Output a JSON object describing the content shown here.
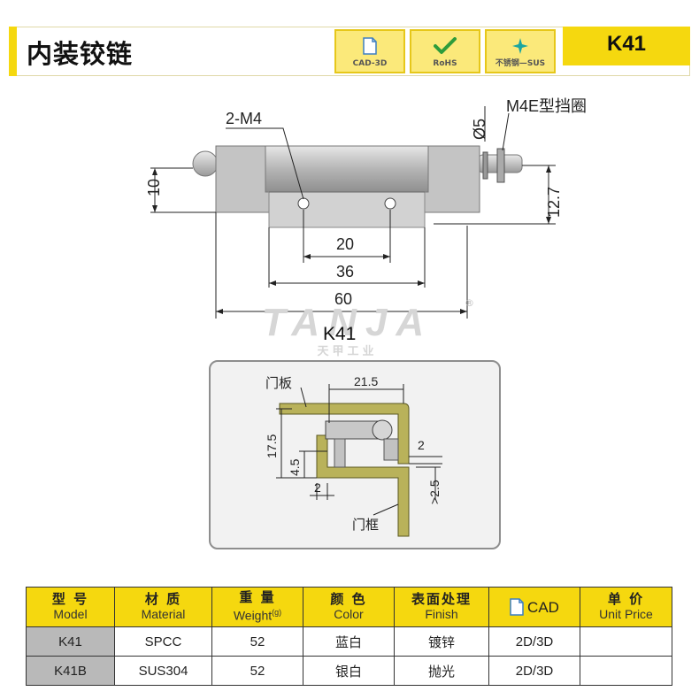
{
  "header": {
    "title": "内装铰链",
    "badges": [
      {
        "label": "CAD-3D",
        "icon": "document-icon"
      },
      {
        "label": "RoHS",
        "icon": "checkmark-icon"
      },
      {
        "label": "不锈钢—SUS",
        "icon": "sparkle-icon"
      }
    ],
    "model": "K41"
  },
  "drawing": {
    "labels": {
      "screw": "2-M4",
      "retainer": "M4E型挡圈",
      "pin_dia": "Ø5",
      "height_left": "10",
      "height_right": "12.7",
      "dim_20": "20",
      "dim_36": "36",
      "dim_60": "60"
    },
    "watermark": {
      "brand": "TANJA",
      "sub": "天甲工业",
      "reg": "®"
    },
    "caption": "K41",
    "detail": {
      "door": "门板",
      "frame": "门框",
      "dim_21_5": "21.5",
      "dim_17_5": "17.5",
      "dim_4_5": "4.5",
      "dim_2a": "2",
      "dim_2b": "2",
      "dim_2_5": ">2.5"
    },
    "colors": {
      "part": "#c8c8c8",
      "part_dark": "#8a8a8a",
      "door": "#9b9a3c",
      "door_fill": "#b9b25a"
    }
  },
  "table": {
    "headers": [
      {
        "cn": "型 号",
        "en": "Model"
      },
      {
        "cn": "材 质",
        "en": "Material"
      },
      {
        "cn": "重 量",
        "en": "Weight",
        "unit": "(g)"
      },
      {
        "cn": "颜 色",
        "en": "Color"
      },
      {
        "cn": "表面处理",
        "en": "Finish"
      },
      {
        "cn": "",
        "en": "CAD"
      },
      {
        "cn": "单 价",
        "en": "Unit Price"
      }
    ],
    "rows": [
      {
        "model": "K41",
        "material": "SPCC",
        "weight": "52",
        "color": "蓝白",
        "finish": "镀锌",
        "cad": "2D/3D",
        "price": ""
      },
      {
        "model": "K41B",
        "material": "SUS304",
        "weight": "52",
        "color": "银白",
        "finish": "抛光",
        "cad": "2D/3D",
        "price": ""
      }
    ]
  }
}
